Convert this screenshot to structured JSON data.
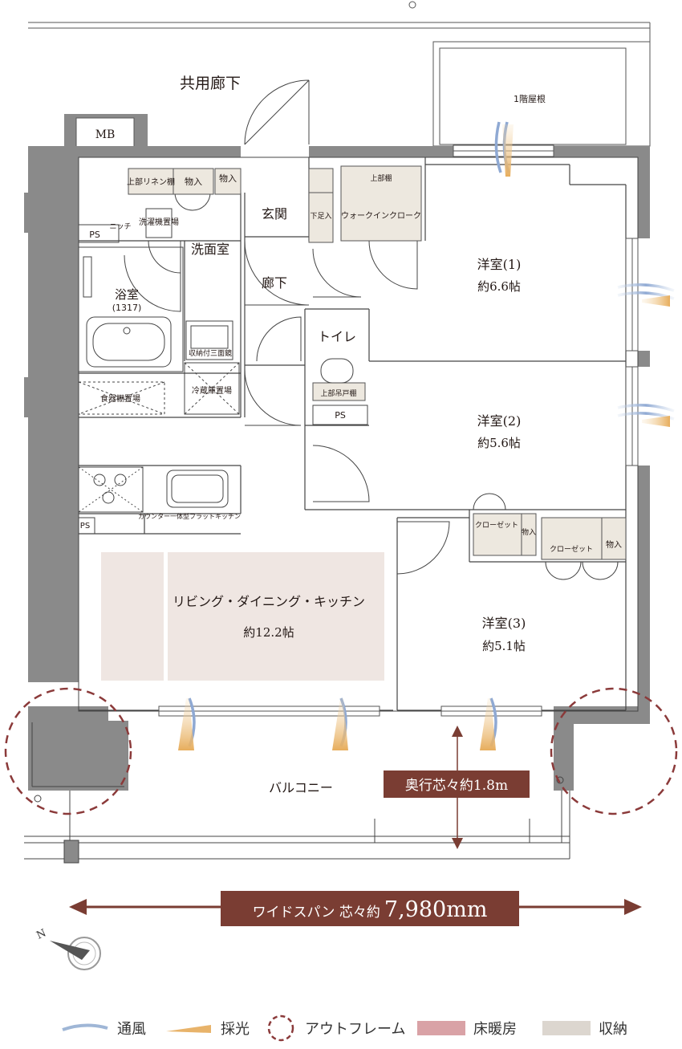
{
  "labels": {
    "corridor": "共用廊下",
    "roof1f": "1階屋根",
    "mb": "MB",
    "upper_linen": "上部リネン棚",
    "storage1": "物入",
    "storage2": "物入",
    "entrance": "玄関",
    "upper_shelf": "上部棚",
    "walkin": "ウォークインクローク",
    "shoes": "下足入",
    "niche": "ニッチ",
    "washer": "洗濯機置場",
    "washroom": "洗面室",
    "ps1": "PS",
    "bath": "浴室",
    "bath_size": "(1317)",
    "hallway": "廊下",
    "toilet": "トイレ",
    "upper_cabinet": "上部吊戸棚",
    "ps2": "PS",
    "three_mirror": "収納付三面鏡",
    "fridge": "冷蔵庫置場",
    "dish_shelf": "食器棚置場",
    "room1_name": "洋室(1)",
    "room1_size": "約6.6帖",
    "room2_name": "洋室(2)",
    "room2_size": "約5.6帖",
    "kitchen_desc": "カウンター一体型フラットキッチン",
    "ps3": "PS",
    "closet1": "クローゼット",
    "storage3": "物入",
    "closet2": "クローゼット",
    "storage4": "物入",
    "ldk_name": "リビング・ダイニング・キッチン",
    "ldk_size": "約12.2帖",
    "room3_name": "洋室(3)",
    "room3_size": "約5.1帖",
    "balcony": "バルコニー",
    "depth_badge": "奥行芯々約1.8m",
    "widespan_prefix": "ワイドスパン 芯々約",
    "widespan_value": "7,980mm",
    "compass": "N"
  },
  "legend": [
    {
      "label": "通風",
      "icon": "wind-swoosh-icon",
      "color": "#9fb6d6"
    },
    {
      "label": "採光",
      "icon": "light-ray-icon",
      "color": "#e8b36a"
    },
    {
      "label": "アウトフレーム",
      "icon": "dashed-circle-icon",
      "color": "#8b3a3a"
    },
    {
      "label": "床暖房",
      "icon": "swatch",
      "color": "#d9a2a6"
    },
    {
      "label": "収納",
      "icon": "swatch",
      "color": "#dcd6cf"
    }
  ],
  "colors": {
    "wall": "#8a8a8a",
    "accent": "#7a3d33",
    "floorheat": "#efe6e2",
    "storage": "#ede8df"
  }
}
